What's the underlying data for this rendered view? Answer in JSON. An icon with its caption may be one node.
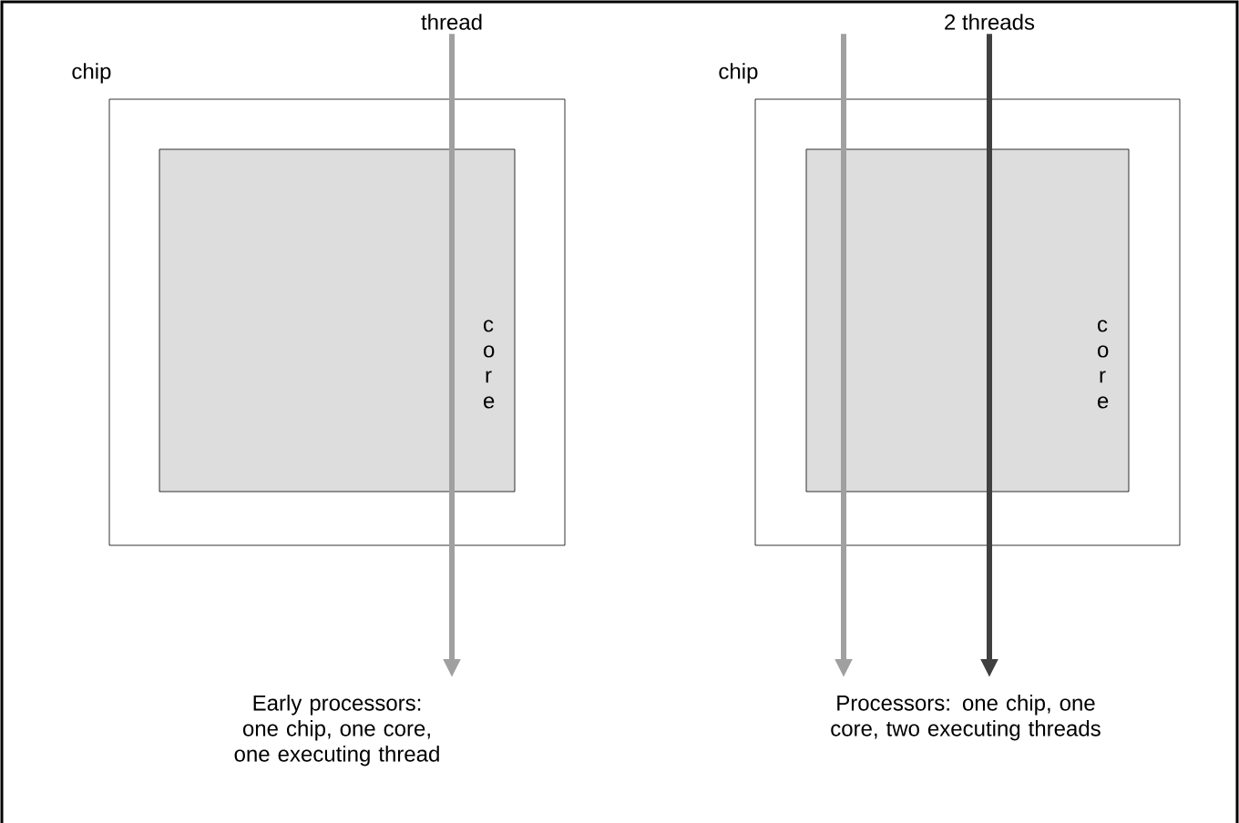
{
  "diagram": {
    "nodes": [
      {
        "text": [
          "chip"
        ]
      },
      {
        "text": [
          "c o r e"
        ],
        "in": 0
      },
      {
        "text": [
          "thread"
        ]
      },
      {
        "text": [
          "chip"
        ]
      },
      {
        "text": [
          "c o r e"
        ],
        "in": 3
      },
      {
        "text": [
          "2 threads"
        ]
      }
    ],
    "edges": [
      {
        "from": 2,
        "to": null,
        "arrow": "to"
      },
      {
        "from": 5,
        "to": null,
        "arrow": "to"
      },
      {
        "from": 5,
        "to": null,
        "arrow": "to",
        "color": "#404040"
      }
    ],
    "labels": [
      "Early processors: one chip, one core, one executing thread",
      "Processors: one chip, one core, two executing threads"
    ]
  }
}
